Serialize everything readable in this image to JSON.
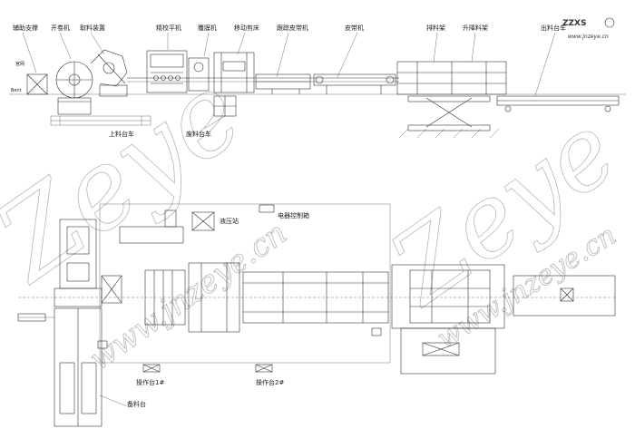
{
  "brand": {
    "logo": "ZZXS",
    "url": "www.jnzeye.cn"
  },
  "watermark": {
    "primary": "Zeye",
    "secondary": "www.jnzeye.cn"
  },
  "side_view": {
    "labels": [
      "辅助支撑",
      "开卷机",
      "取料装置",
      "精校平机",
      "覆膜机",
      "移动剪床",
      "跟踪皮带机",
      "皮带机",
      "排料架",
      "升降料架",
      "出料台车"
    ],
    "small_labels": [
      "宫网",
      "Bent"
    ],
    "bottom_labels": [
      "上料台车",
      "废料台车"
    ]
  },
  "plan_view": {
    "labels": [
      "液压站",
      "电器控制箱",
      "操作台1#",
      "操作台2#",
      "备料台"
    ]
  },
  "colors": {
    "line": "#333333",
    "watermark": "#b8b8b8"
  }
}
